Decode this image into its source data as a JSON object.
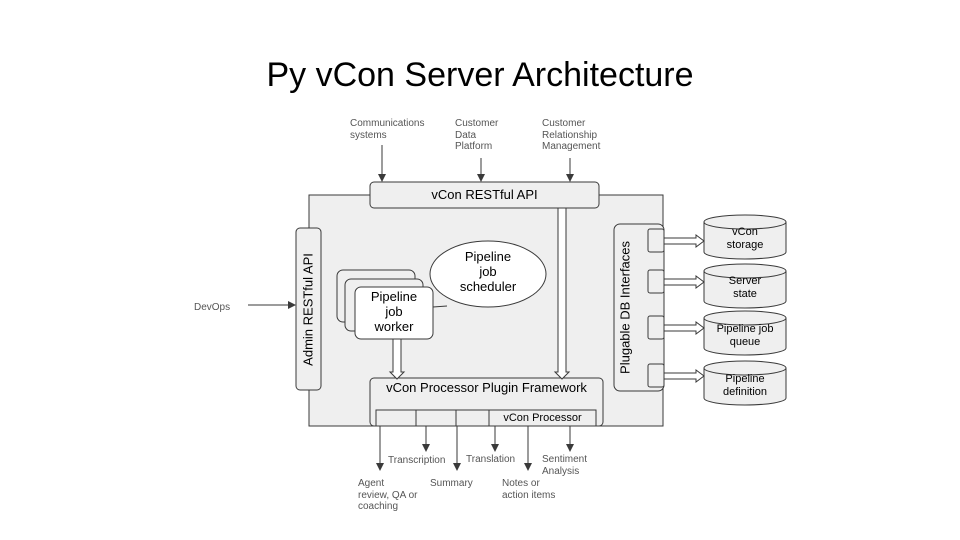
{
  "title": "Py vCon Server Architecture",
  "inputs": {
    "communications": "Communications\nsystems",
    "cdp": "Customer\nData\nPlatform",
    "crm": "Customer\nRelationship\nManagement",
    "devops": "DevOps"
  },
  "boxes": {
    "restful_api": "vCon RESTful API",
    "admin_api": "Admin RESTful API",
    "scheduler": "Pipeline\njob\nscheduler",
    "worker": "Pipeline\njob\nworker",
    "plugin_framework": "vCon Processor Plugin Framework",
    "processor": "vCon Processor",
    "db_interfaces": "Plugable DB Interfaces"
  },
  "databases": [
    "vCon\nstorage",
    "Server\nstate",
    "Pipeline job\nqueue",
    "Pipeline\ndefinition"
  ],
  "outputs": {
    "agent_review": "Agent\nreview, QA or\ncoaching",
    "transcription": "Transcription",
    "summary": "Summary",
    "translation": "Translation",
    "notes": "Notes or\naction items",
    "sentiment": "Sentiment\nAnalysis"
  },
  "colors": {
    "fill": "#efefef",
    "stroke": "#3a3a3a",
    "text_muted": "#555555"
  }
}
